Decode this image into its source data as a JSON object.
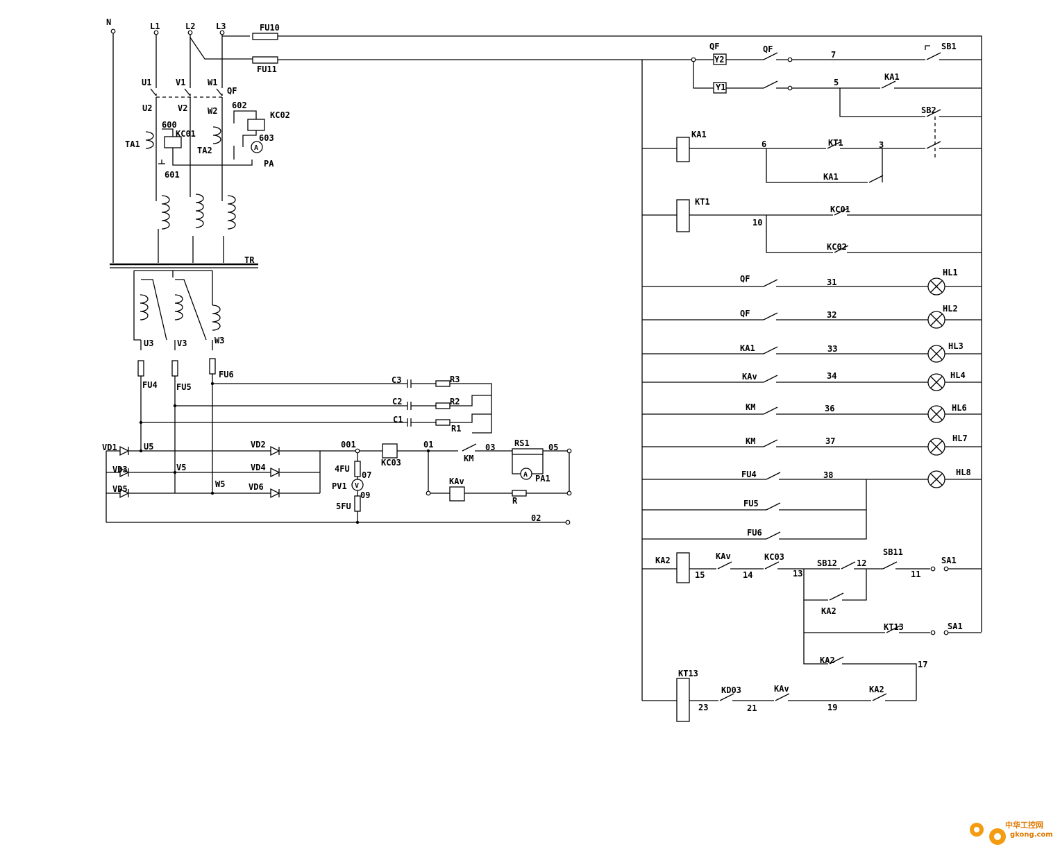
{
  "watermark": {
    "cn": "中华工控网",
    "url": "gkong.com"
  },
  "labels": [
    "N",
    "L1",
    "L2",
    "L3",
    "FU10",
    "FU11",
    "U1",
    "V1",
    "W1",
    "QF",
    "U2",
    "V2",
    "W2",
    "600",
    "KC01",
    "602",
    "KC02",
    "TA1",
    "TA2",
    "603",
    "PA",
    "601",
    "TR",
    "U3",
    "V3",
    "W3",
    "FU4",
    "FU5",
    "FU6",
    "C3",
    "R3",
    "C2",
    "R2",
    "C1",
    "R1",
    "VD1",
    "U5",
    "VD2",
    "001",
    "01",
    "03",
    "RS1",
    "05",
    "VD3",
    "V5",
    "VD4",
    "4FU",
    "07",
    "KC03",
    "KM",
    "PV1",
    "09",
    "5FU",
    "VD5",
    "W5",
    "VD6",
    "KAv",
    "PA1",
    "R",
    "02",
    "QF",
    "Y2",
    "QF",
    "7",
    "SB1",
    "Y1",
    "5",
    "KA1",
    "SB2",
    "KA1",
    "6",
    "KT1",
    "3",
    "KA1",
    "KT1",
    "KC01",
    "10",
    "KC02",
    "QF",
    "31",
    "HL1",
    "QF",
    "32",
    "HL2",
    "KA1",
    "33",
    "HL3",
    "KAv",
    "34",
    "HL4",
    "KM",
    "36",
    "HL6",
    "KM",
    "37",
    "HL7",
    "FU4",
    "38",
    "HL8",
    "FU5",
    "FU6",
    "KA2",
    "KAv",
    "KC03",
    "SB12",
    "12",
    "SB11",
    "SA1",
    "15",
    "14",
    "13",
    "11",
    "KA2",
    "KT13",
    "SA1",
    "KA2",
    "17",
    "KT13",
    "KD03",
    "KAv",
    "KA2",
    "23",
    "21",
    "19"
  ]
}
